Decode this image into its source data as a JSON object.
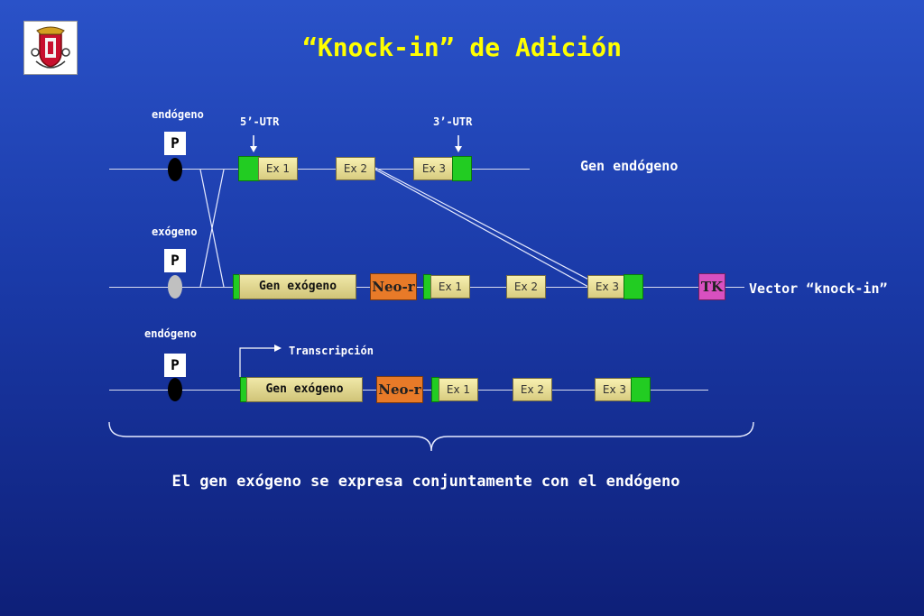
{
  "title": "“Knock-in” de Adición",
  "row1": {
    "promoter_label": "endógeno",
    "promoter": "P",
    "utr5": "5’-UTR",
    "utr3": "3’-UTR",
    "exons": [
      "Ex 1",
      "Ex 2",
      "Ex 3"
    ],
    "name": "Gen endógeno"
  },
  "row2": {
    "promoter_label": "exógeno",
    "promoter": "P",
    "gene": "Gen exógeno",
    "neo": "Neo-r",
    "exons": [
      "Ex 1",
      "Ex 2",
      "Ex 3"
    ],
    "tk": "TK",
    "name": "Vector “knock-in”"
  },
  "row3": {
    "promoter_label": "endógeno",
    "promoter": "P",
    "transcription": "Transcripción",
    "gene": "Gen exógeno",
    "neo": "Neo-r",
    "exons": [
      "Ex 1",
      "Ex 2",
      "Ex 3"
    ]
  },
  "conclusion": "El gen exógeno se expresa conjuntamente con el endógeno",
  "colors": {
    "title": "#ffff00",
    "exon": "#e8dc98",
    "utr": "#22cc22",
    "neo": "#e87a28",
    "tk": "#d850c0"
  }
}
